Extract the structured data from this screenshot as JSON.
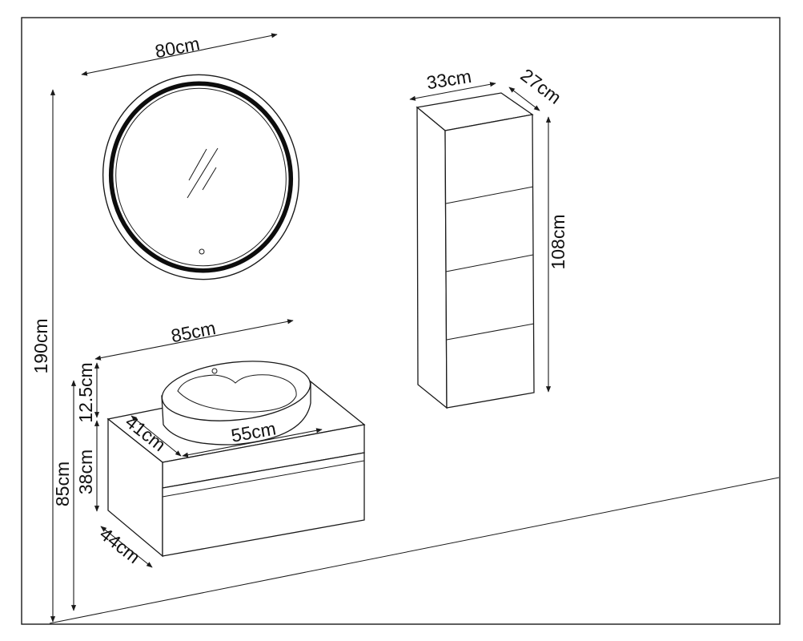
{
  "drawing": {
    "mirror": {
      "width_label": "80cm"
    },
    "wall_cabinet": {
      "width_label": "33cm",
      "depth_label": "27cm",
      "height_label": "108cm"
    },
    "vanity": {
      "width_label": "85cm",
      "basin_width_label": "55cm",
      "basin_depth_label": "41cm",
      "depth_label": "44cm",
      "cabinet_height_label": "38cm",
      "basin_height_label": "12.5cm",
      "floor_to_top_label": "85cm"
    },
    "overall_height_label": "190cm"
  }
}
